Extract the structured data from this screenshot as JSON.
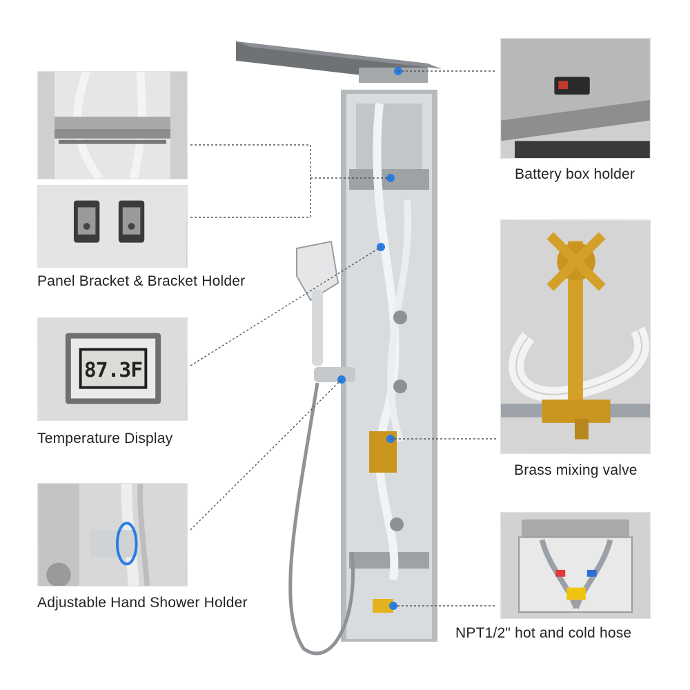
{
  "labels": {
    "panel_bracket": "Panel Bracket & Bracket Holder",
    "temperature": "Temperature Display",
    "hand_holder": "Adjustable Hand Shower Holder",
    "battery": "Battery box holder",
    "valve": "Brass mixing valve",
    "hose": "NPT1/2\" hot and cold hose"
  },
  "temperature_display": {
    "reading": "87.3F"
  },
  "colors": {
    "accent_dot": "#2a7de1",
    "steel": "#b9bcc0",
    "brass": "#d4a028",
    "hot": "#e03a3a",
    "cold": "#2f6fd6"
  }
}
